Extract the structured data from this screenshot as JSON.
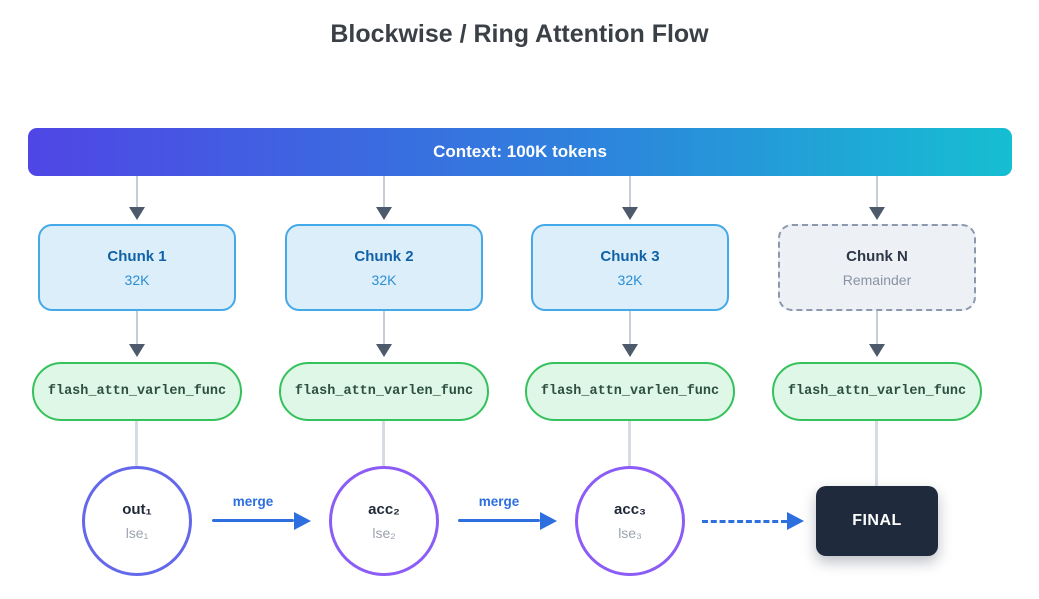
{
  "title": "Blockwise / Ring Attention Flow",
  "banner": {
    "label": "Context: 100K tokens"
  },
  "columns": [
    {
      "chunk": {
        "title": "Chunk 1",
        "subtitle": "32K"
      },
      "op_label": "flash_attn_varlen_func",
      "result": {
        "label": "out₁",
        "sublabel": "lse₁"
      }
    },
    {
      "chunk": {
        "title": "Chunk 2",
        "subtitle": "32K"
      },
      "op_label": "flash_attn_varlen_func",
      "result": {
        "label": "acc₂",
        "sublabel": "lse₂"
      }
    },
    {
      "chunk": {
        "title": "Chunk 3",
        "subtitle": "32K"
      },
      "op_label": "flash_attn_varlen_func",
      "result": {
        "label": "acc₃",
        "sublabel": "lse₃"
      }
    },
    {
      "chunk": {
        "title": "Chunk N",
        "subtitle": "Remainder"
      },
      "op_label": "flash_attn_varlen_func",
      "result": {
        "label": "FINAL"
      }
    }
  ],
  "merge_labels": [
    "merge",
    "merge"
  ],
  "colors": {
    "banner_gradient_left": "#4f46e5",
    "banner_gradient_mid": "#2f80dd",
    "banner_gradient_right": "#16bed2",
    "chunk_fill": "#ddeefb",
    "chunk_border": "#44a9e8",
    "chunk_title_text": "#0f62a6",
    "chunk_dashed_fill": "#edf0f5",
    "chunk_dashed_border": "#8b98ad",
    "pill_fill": "#def7e6",
    "pill_border": "#35c15b",
    "circle_indigo_border": "#6468ea",
    "circle_purple_border": "#8b5cf6",
    "merge_arrow_blue": "#2e6fe0",
    "final_box_fill": "#1f2b3c",
    "down_arrowhead": "#4d5a6b"
  }
}
